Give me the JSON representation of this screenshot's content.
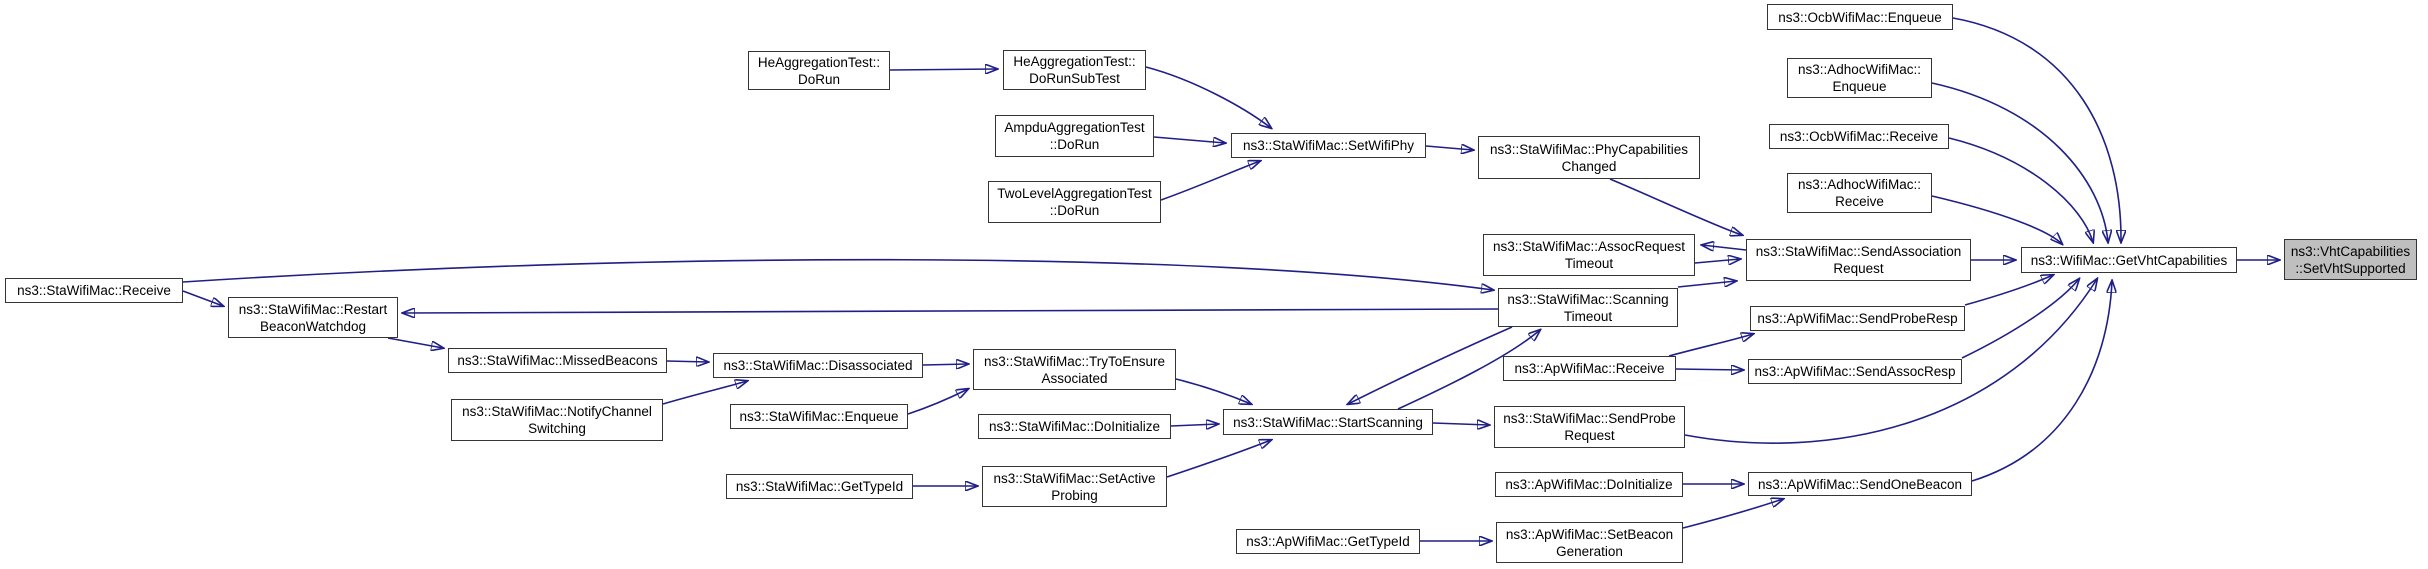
{
  "graph": {
    "kind": "doxygen-caller-graph",
    "background_color": "#ffffff",
    "edge_color": "#1f1f87",
    "node_fill": "#ffffff",
    "node_border": "#353535",
    "highlight_fill": "#bfbfbf",
    "highlighted_node": "vht-capabilities-set-vht-supported",
    "nodes": [
      {
        "id": "he-aggregation-test-do-run",
        "label": "HeAggregationTest::DoRun",
        "lines": [
          "HeAggregationTest::",
          "DoRun"
        ],
        "highlighted": false
      },
      {
        "id": "he-aggregation-test-do-run-sub-test",
        "label": "HeAggregationTest::DoRunSubTest",
        "lines": [
          "HeAggregationTest::",
          "DoRunSubTest"
        ],
        "highlighted": false
      },
      {
        "id": "ampdu-aggregation-test-do-run",
        "label": "AmpduAggregationTest::DoRun",
        "lines": [
          "AmpduAggregationTest",
          "::DoRun"
        ],
        "highlighted": false
      },
      {
        "id": "two-level-aggregation-test-do-run",
        "label": "TwoLevelAggregationTest::DoRun",
        "lines": [
          "TwoLevelAggregationTest",
          "::DoRun"
        ],
        "highlighted": false
      },
      {
        "id": "sta-wifi-mac-set-wifi-phy",
        "label": "ns3::StaWifiMac::SetWifiPhy",
        "lines": [
          "ns3::StaWifiMac::SetWifiPhy"
        ],
        "highlighted": false
      },
      {
        "id": "sta-wifi-mac-phy-capabilities-changed",
        "label": "ns3::StaWifiMac::PhyCapabilitiesChanged",
        "lines": [
          "ns3::StaWifiMac::PhyCapabilities",
          "Changed"
        ],
        "highlighted": false
      },
      {
        "id": "ocb-wifi-mac-enqueue",
        "label": "ns3::OcbWifiMac::Enqueue",
        "lines": [
          "ns3::OcbWifiMac::Enqueue"
        ],
        "highlighted": false
      },
      {
        "id": "adhoc-wifi-mac-enqueue",
        "label": "ns3::AdhocWifiMac::Enqueue",
        "lines": [
          "ns3::AdhocWifiMac::",
          "Enqueue"
        ],
        "highlighted": false
      },
      {
        "id": "ocb-wifi-mac-receive",
        "label": "ns3::OcbWifiMac::Receive",
        "lines": [
          "ns3::OcbWifiMac::Receive"
        ],
        "highlighted": false
      },
      {
        "id": "adhoc-wifi-mac-receive",
        "label": "ns3::AdhocWifiMac::Receive",
        "lines": [
          "ns3::AdhocWifiMac::",
          "Receive"
        ],
        "highlighted": false
      },
      {
        "id": "sta-wifi-mac-assoc-request-timeout",
        "label": "ns3::StaWifiMac::AssocRequestTimeout",
        "lines": [
          "ns3::StaWifiMac::AssocRequest",
          "Timeout"
        ],
        "highlighted": false
      },
      {
        "id": "sta-wifi-mac-send-association-request",
        "label": "ns3::StaWifiMac::SendAssociationRequest",
        "lines": [
          "ns3::StaWifiMac::SendAssociation",
          "Request"
        ],
        "highlighted": false
      },
      {
        "id": "wifi-mac-get-vht-capabilities",
        "label": "ns3::WifiMac::GetVhtCapabilities",
        "lines": [
          "ns3::WifiMac::GetVhtCapabilities"
        ],
        "highlighted": false
      },
      {
        "id": "vht-capabilities-set-vht-supported",
        "label": "ns3::VhtCapabilities::SetVhtSupported",
        "lines": [
          "ns3::VhtCapabilities",
          "::SetVhtSupported"
        ],
        "highlighted": true
      },
      {
        "id": "sta-wifi-mac-receive",
        "label": "ns3::StaWifiMac::Receive",
        "lines": [
          "ns3::StaWifiMac::Receive"
        ],
        "highlighted": false
      },
      {
        "id": "sta-wifi-mac-restart-beacon-watchdog",
        "label": "ns3::StaWifiMac::RestartBeaconWatchdog",
        "lines": [
          "ns3::StaWifiMac::Restart",
          "BeaconWatchdog"
        ],
        "highlighted": false
      },
      {
        "id": "sta-wifi-mac-scanning-timeout",
        "label": "ns3::StaWifiMac::ScanningTimeout",
        "lines": [
          "ns3::StaWifiMac::Scanning",
          "Timeout"
        ],
        "highlighted": false
      },
      {
        "id": "ap-wifi-mac-send-probe-resp",
        "label": "ns3::ApWifiMac::SendProbeResp",
        "lines": [
          "ns3::ApWifiMac::SendProbeResp"
        ],
        "highlighted": false
      },
      {
        "id": "sta-wifi-mac-missed-beacons",
        "label": "ns3::StaWifiMac::MissedBeacons",
        "lines": [
          "ns3::StaWifiMac::MissedBeacons"
        ],
        "highlighted": false
      },
      {
        "id": "sta-wifi-mac-disassociated",
        "label": "ns3::StaWifiMac::Disassociated",
        "lines": [
          "ns3::StaWifiMac::Disassociated"
        ],
        "highlighted": false
      },
      {
        "id": "sta-wifi-mac-try-to-ensure-associated",
        "label": "ns3::StaWifiMac::TryToEnsureAssociated",
        "lines": [
          "ns3::StaWifiMac::TryToEnsure",
          "Associated"
        ],
        "highlighted": false
      },
      {
        "id": "ap-wifi-mac-receive",
        "label": "ns3::ApWifiMac::Receive",
        "lines": [
          "ns3::ApWifiMac::Receive"
        ],
        "highlighted": false
      },
      {
        "id": "ap-wifi-mac-send-assoc-resp",
        "label": "ns3::ApWifiMac::SendAssocResp",
        "lines": [
          "ns3::ApWifiMac::SendAssocResp"
        ],
        "highlighted": false
      },
      {
        "id": "sta-wifi-mac-notify-channel-switching",
        "label": "ns3::StaWifiMac::NotifyChannelSwitching",
        "lines": [
          "ns3::StaWifiMac::NotifyChannel",
          "Switching"
        ],
        "highlighted": false
      },
      {
        "id": "sta-wifi-mac-enqueue",
        "label": "ns3::StaWifiMac::Enqueue",
        "lines": [
          "ns3::StaWifiMac::Enqueue"
        ],
        "highlighted": false
      },
      {
        "id": "sta-wifi-mac-do-initialize",
        "label": "ns3::StaWifiMac::DoInitialize",
        "lines": [
          "ns3::StaWifiMac::DoInitialize"
        ],
        "highlighted": false
      },
      {
        "id": "sta-wifi-mac-start-scanning",
        "label": "ns3::StaWifiMac::StartScanning",
        "lines": [
          "ns3::StaWifiMac::StartScanning"
        ],
        "highlighted": false
      },
      {
        "id": "sta-wifi-mac-send-probe-request",
        "label": "ns3::StaWifiMac::SendProbeRequest",
        "lines": [
          "ns3::StaWifiMac::SendProbe",
          "Request"
        ],
        "highlighted": false
      },
      {
        "id": "sta-wifi-mac-get-type-id",
        "label": "ns3::StaWifiMac::GetTypeId",
        "lines": [
          "ns3::StaWifiMac::GetTypeId"
        ],
        "highlighted": false
      },
      {
        "id": "sta-wifi-mac-set-active-probing",
        "label": "ns3::StaWifiMac::SetActiveProbing",
        "lines": [
          "ns3::StaWifiMac::SetActive",
          "Probing"
        ],
        "highlighted": false
      },
      {
        "id": "ap-wifi-mac-do-initialize",
        "label": "ns3::ApWifiMac::DoInitialize",
        "lines": [
          "ns3::ApWifiMac::DoInitialize"
        ],
        "highlighted": false
      },
      {
        "id": "ap-wifi-mac-send-one-beacon",
        "label": "ns3::ApWifiMac::SendOneBeacon",
        "lines": [
          "ns3::ApWifiMac::SendOneBeacon"
        ],
        "highlighted": false
      },
      {
        "id": "ap-wifi-mac-get-type-id",
        "label": "ns3::ApWifiMac::GetTypeId",
        "lines": [
          "ns3::ApWifiMac::GetTypeId"
        ],
        "highlighted": false
      },
      {
        "id": "ap-wifi-mac-set-beacon-generation",
        "label": "ns3::ApWifiMac::SetBeaconGeneration",
        "lines": [
          "ns3::ApWifiMac::SetBeacon",
          "Generation"
        ],
        "highlighted": false
      }
    ],
    "edges": [
      {
        "from": "he-aggregation-test-do-run",
        "to": "he-aggregation-test-do-run-sub-test"
      },
      {
        "from": "he-aggregation-test-do-run-sub-test",
        "to": "sta-wifi-mac-set-wifi-phy"
      },
      {
        "from": "ampdu-aggregation-test-do-run",
        "to": "sta-wifi-mac-set-wifi-phy"
      },
      {
        "from": "two-level-aggregation-test-do-run",
        "to": "sta-wifi-mac-set-wifi-phy"
      },
      {
        "from": "sta-wifi-mac-set-wifi-phy",
        "to": "sta-wifi-mac-phy-capabilities-changed"
      },
      {
        "from": "sta-wifi-mac-phy-capabilities-changed",
        "to": "sta-wifi-mac-send-association-request"
      },
      {
        "from": "ocb-wifi-mac-enqueue",
        "to": "wifi-mac-get-vht-capabilities"
      },
      {
        "from": "adhoc-wifi-mac-enqueue",
        "to": "wifi-mac-get-vht-capabilities"
      },
      {
        "from": "ocb-wifi-mac-receive",
        "to": "wifi-mac-get-vht-capabilities"
      },
      {
        "from": "adhoc-wifi-mac-receive",
        "to": "wifi-mac-get-vht-capabilities"
      },
      {
        "from": "sta-wifi-mac-assoc-request-timeout",
        "to": "sta-wifi-mac-send-association-request"
      },
      {
        "from": "sta-wifi-mac-send-association-request",
        "to": "sta-wifi-mac-assoc-request-timeout"
      },
      {
        "from": "sta-wifi-mac-send-association-request",
        "to": "wifi-mac-get-vht-capabilities"
      },
      {
        "from": "wifi-mac-get-vht-capabilities",
        "to": "vht-capabilities-set-vht-supported"
      },
      {
        "from": "sta-wifi-mac-receive",
        "to": "sta-wifi-mac-restart-beacon-watchdog"
      },
      {
        "from": "sta-wifi-mac-receive",
        "to": "sta-wifi-mac-scanning-timeout"
      },
      {
        "from": "sta-wifi-mac-scanning-timeout",
        "to": "sta-wifi-mac-restart-beacon-watchdog"
      },
      {
        "from": "sta-wifi-mac-scanning-timeout",
        "to": "sta-wifi-mac-send-association-request"
      },
      {
        "from": "sta-wifi-mac-scanning-timeout",
        "to": "sta-wifi-mac-start-scanning"
      },
      {
        "from": "sta-wifi-mac-start-scanning",
        "to": "sta-wifi-mac-scanning-timeout"
      },
      {
        "from": "sta-wifi-mac-restart-beacon-watchdog",
        "to": "sta-wifi-mac-missed-beacons"
      },
      {
        "from": "sta-wifi-mac-missed-beacons",
        "to": "sta-wifi-mac-disassociated"
      },
      {
        "from": "sta-wifi-mac-notify-channel-switching",
        "to": "sta-wifi-mac-disassociated"
      },
      {
        "from": "sta-wifi-mac-disassociated",
        "to": "sta-wifi-mac-try-to-ensure-associated"
      },
      {
        "from": "sta-wifi-mac-enqueue",
        "to": "sta-wifi-mac-try-to-ensure-associated"
      },
      {
        "from": "sta-wifi-mac-try-to-ensure-associated",
        "to": "sta-wifi-mac-start-scanning"
      },
      {
        "from": "sta-wifi-mac-do-initialize",
        "to": "sta-wifi-mac-start-scanning"
      },
      {
        "from": "sta-wifi-mac-set-active-probing",
        "to": "sta-wifi-mac-start-scanning"
      },
      {
        "from": "sta-wifi-mac-get-type-id",
        "to": "sta-wifi-mac-set-active-probing"
      },
      {
        "from": "sta-wifi-mac-start-scanning",
        "to": "sta-wifi-mac-send-probe-request"
      },
      {
        "from": "sta-wifi-mac-send-probe-request",
        "to": "wifi-mac-get-vht-capabilities"
      },
      {
        "from": "ap-wifi-mac-receive",
        "to": "ap-wifi-mac-send-probe-resp"
      },
      {
        "from": "ap-wifi-mac-receive",
        "to": "ap-wifi-mac-send-assoc-resp"
      },
      {
        "from": "ap-wifi-mac-send-probe-resp",
        "to": "wifi-mac-get-vht-capabilities"
      },
      {
        "from": "ap-wifi-mac-send-assoc-resp",
        "to": "wifi-mac-get-vht-capabilities"
      },
      {
        "from": "ap-wifi-mac-do-initialize",
        "to": "ap-wifi-mac-send-one-beacon"
      },
      {
        "from": "ap-wifi-mac-set-beacon-generation",
        "to": "ap-wifi-mac-send-one-beacon"
      },
      {
        "from": "ap-wifi-mac-get-type-id",
        "to": "ap-wifi-mac-set-beacon-generation"
      },
      {
        "from": "ap-wifi-mac-send-one-beacon",
        "to": "wifi-mac-get-vht-capabilities"
      }
    ]
  }
}
